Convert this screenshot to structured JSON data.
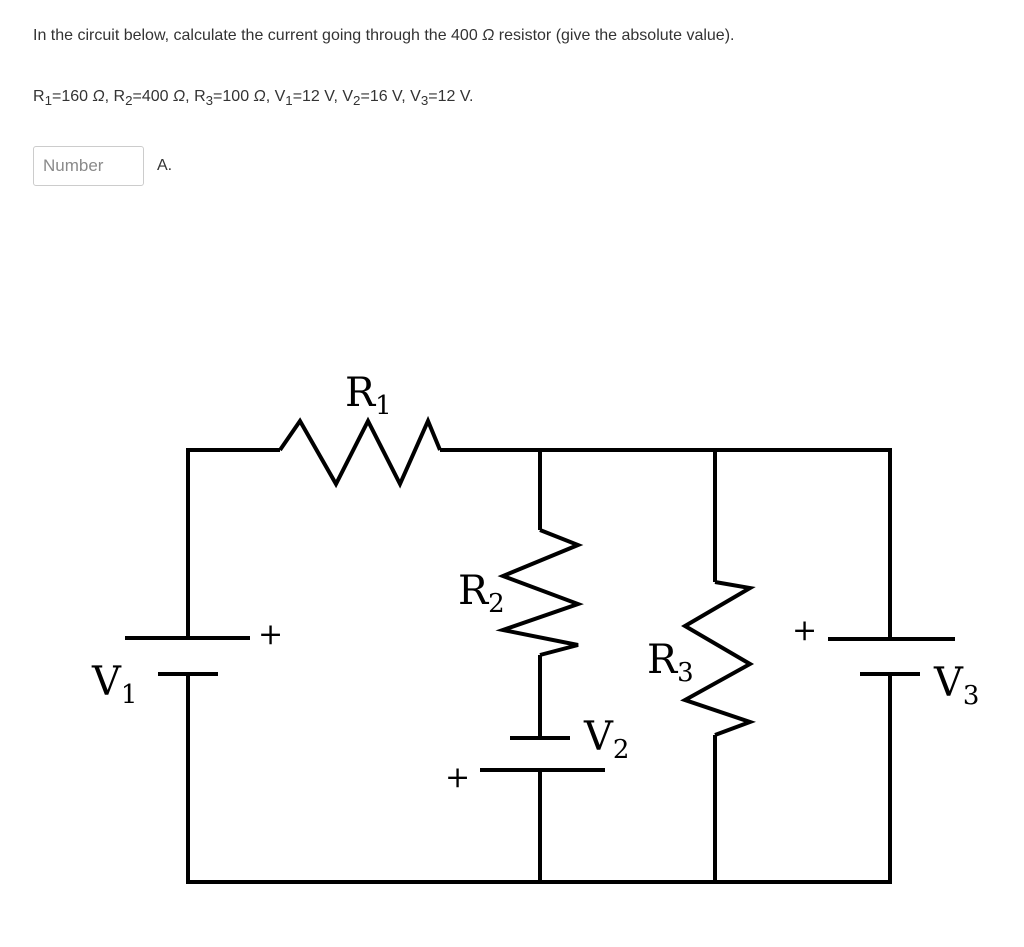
{
  "question": {
    "prefix": "In the circuit below, calculate the current going through the 400 ",
    "omega": "Ω",
    "suffix": " resistor (give the absolute value)."
  },
  "params": [
    {
      "sym": "R",
      "sub": "1",
      "val": "=160 ",
      "unit": "Ω",
      "sep": ", "
    },
    {
      "sym": "R",
      "sub": "2",
      "val": "=400 ",
      "unit": "Ω",
      "sep": ", "
    },
    {
      "sym": "R",
      "sub": "3",
      "val": "=100 ",
      "unit": "Ω",
      "sep": ", "
    },
    {
      "sym": "V",
      "sub": "1",
      "val": "=12 V",
      "unit": "",
      "sep": ", "
    },
    {
      "sym": "V",
      "sub": "2",
      "val": "=16 V",
      "unit": "",
      "sep": ", "
    },
    {
      "sym": "V",
      "sub": "3",
      "val": "=12 V.",
      "unit": "",
      "sep": ""
    }
  ],
  "answer": {
    "placeholder": "Number",
    "unit": "A."
  },
  "circuit": {
    "r1": {
      "main": "R",
      "sub": "1"
    },
    "r2": {
      "main": "R",
      "sub": "2"
    },
    "r3": {
      "main": "R",
      "sub": "3"
    },
    "v1": {
      "main": "V",
      "sub": "1"
    },
    "v2": {
      "main": "V",
      "sub": "2"
    },
    "v3": {
      "main": "V",
      "sub": "3"
    },
    "plus": "+"
  }
}
